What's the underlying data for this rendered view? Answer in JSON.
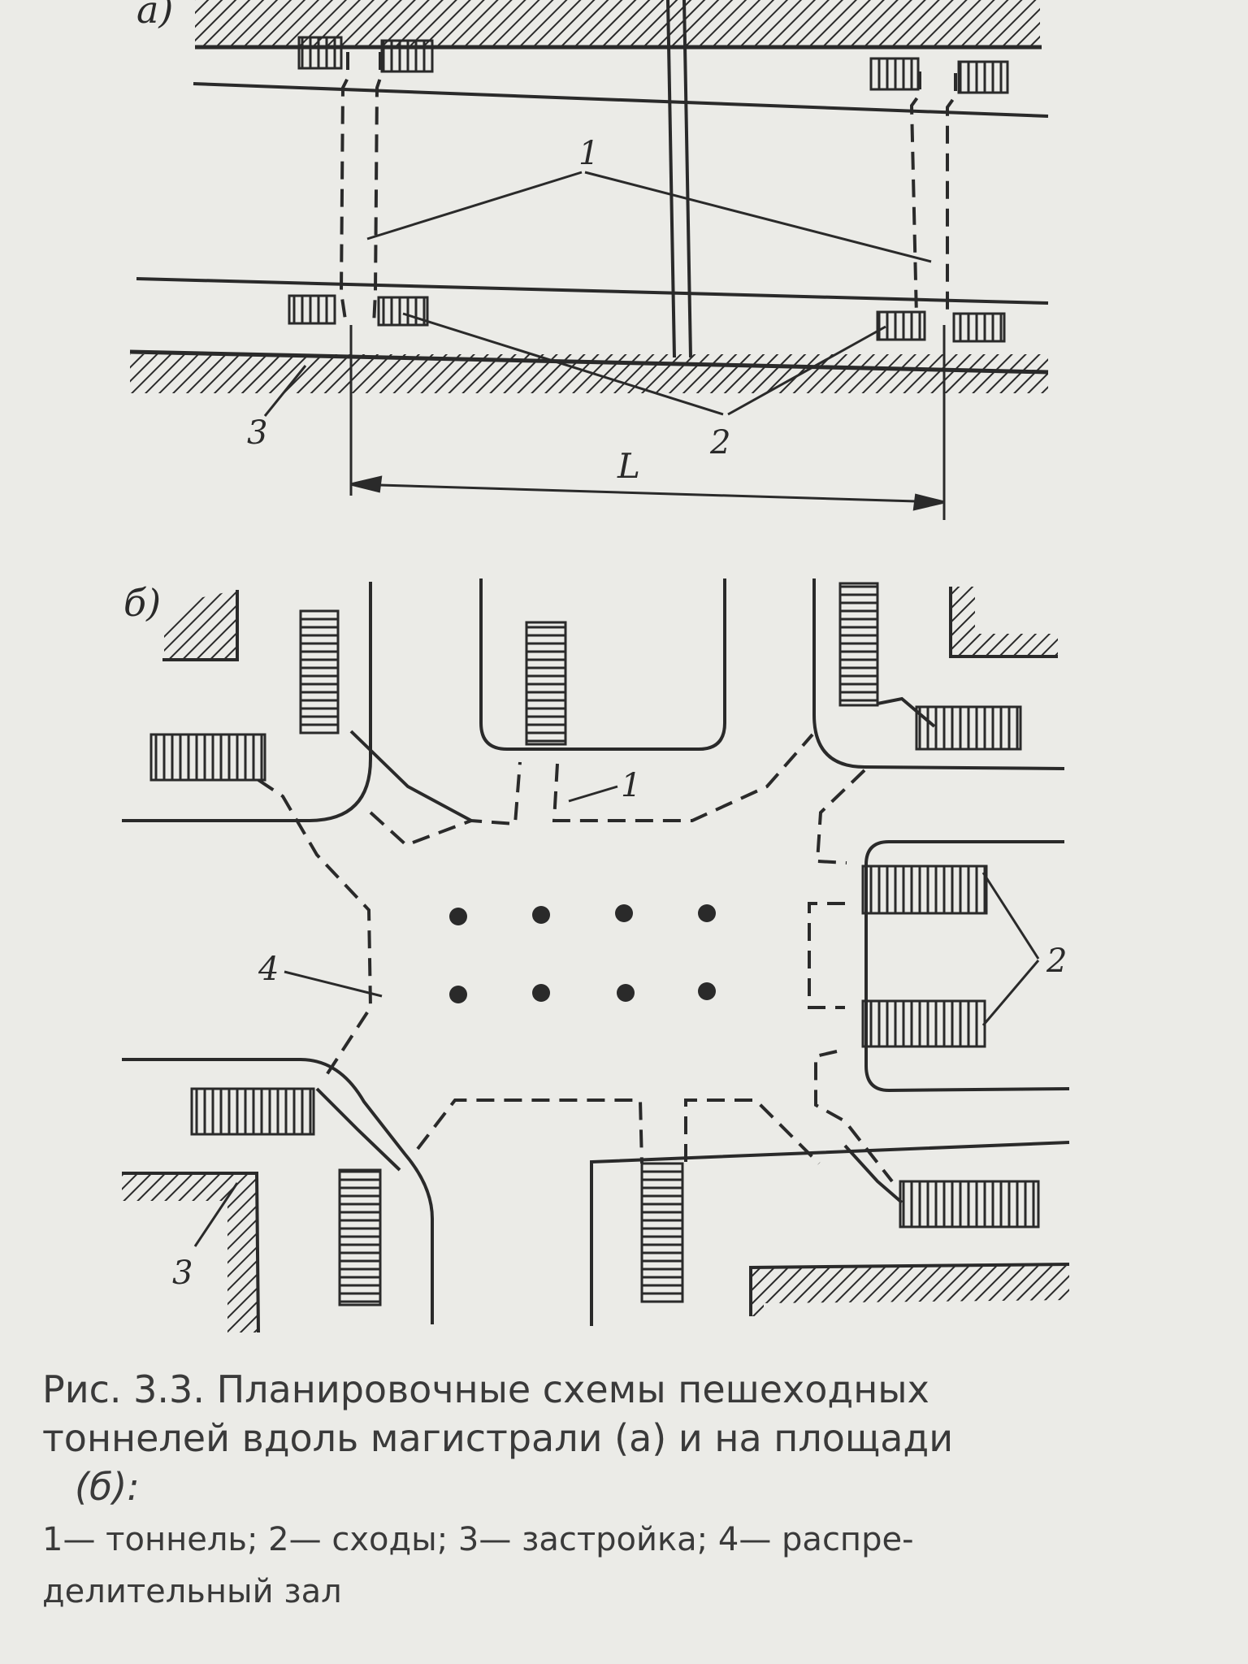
{
  "figure": {
    "panel_a_label": "а)",
    "panel_b_label": "б)",
    "labels": {
      "a_tunnel": "1",
      "a_stairs": "2",
      "a_building": "3",
      "a_length": "L",
      "b_tunnel": "1",
      "b_stairs": "2",
      "b_building": "3",
      "b_hall": "4"
    }
  },
  "caption": {
    "line1": "Рис. 3.3. Планировочные схемы пешеходных",
    "line2": "тоннелей вдоль магистрали (а) и на площади",
    "line3": "(б):",
    "legend_line1": "1— тоннель; 2— сходы; 3— застройка; 4— распре-",
    "legend_line2": "делительный зал"
  }
}
